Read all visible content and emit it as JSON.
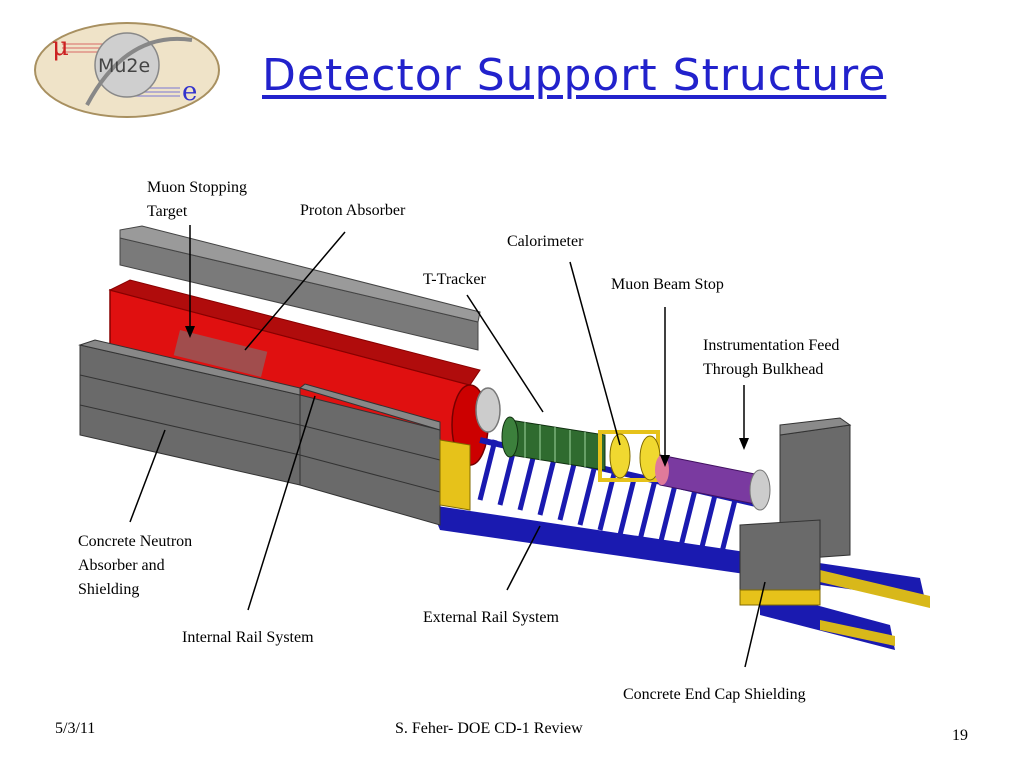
{
  "slide": {
    "title": "Detector Support Structure",
    "logo": {
      "main_text": "Mu2e",
      "mu_glyph": "μ",
      "e_glyph": "e"
    },
    "labels": {
      "muon_stopping_target_l1": "Muon Stopping",
      "muon_stopping_target_l2": "Target",
      "proton_absorber": "Proton Absorber",
      "calorimeter": "Calorimeter",
      "t_tracker": "T-Tracker",
      "muon_beam_stop": "Muon Beam Stop",
      "instrumentation_l1": "Instrumentation Feed",
      "instrumentation_l2": "Through Bulkhead",
      "concrete_neutron_l1": "Concrete Neutron",
      "concrete_neutron_l2": "Absorber and",
      "concrete_neutron_l3": "Shielding",
      "internal_rail": "Internal Rail System",
      "external_rail": "External Rail System",
      "end_cap": "Concrete End Cap Shielding"
    },
    "footer": {
      "date": "5/3/11",
      "center": "S. Feher- DOE CD-1 Review",
      "page": "19"
    }
  },
  "colors": {
    "title": "#2222cc",
    "cryostat": "#e01010",
    "concrete": "#6a6a6a",
    "rail": "#1a1ab0",
    "support": "#e6c21a",
    "tracker": "#2f6b2f",
    "beam_stop": "#7a3aa0"
  }
}
